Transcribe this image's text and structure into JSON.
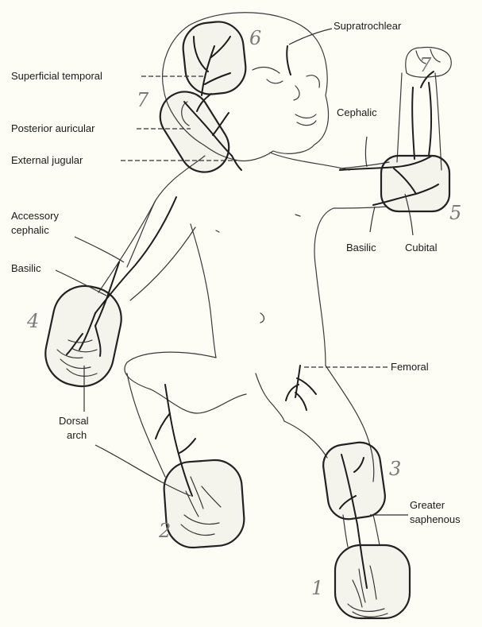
{
  "labels": {
    "supratrochlear": "Supratrochlear",
    "superficial_temporal": "Superficial temporal",
    "posterior_auricular": "Posterior auricular",
    "external_jugular": "External jugular",
    "accessory_cephalic_1": "Accessory",
    "accessory_cephalic_2": "cephalic",
    "basilic_left": "Basilic",
    "dorsal_arch_1": "Dorsal",
    "dorsal_arch_2": "arch",
    "cephalic": "Cephalic",
    "basilic_right": "Basilic",
    "cubital": "Cubital",
    "femoral": "Femoral",
    "greater_saphenous_1": "Greater",
    "greater_saphenous_2": "saphenous"
  },
  "site_numbers": {
    "site_1": "1",
    "site_2": "2",
    "site_3": "3",
    "site_4": "4",
    "site_5": "5",
    "site_6": "6",
    "site_7a": "7",
    "site_7b": "7"
  }
}
